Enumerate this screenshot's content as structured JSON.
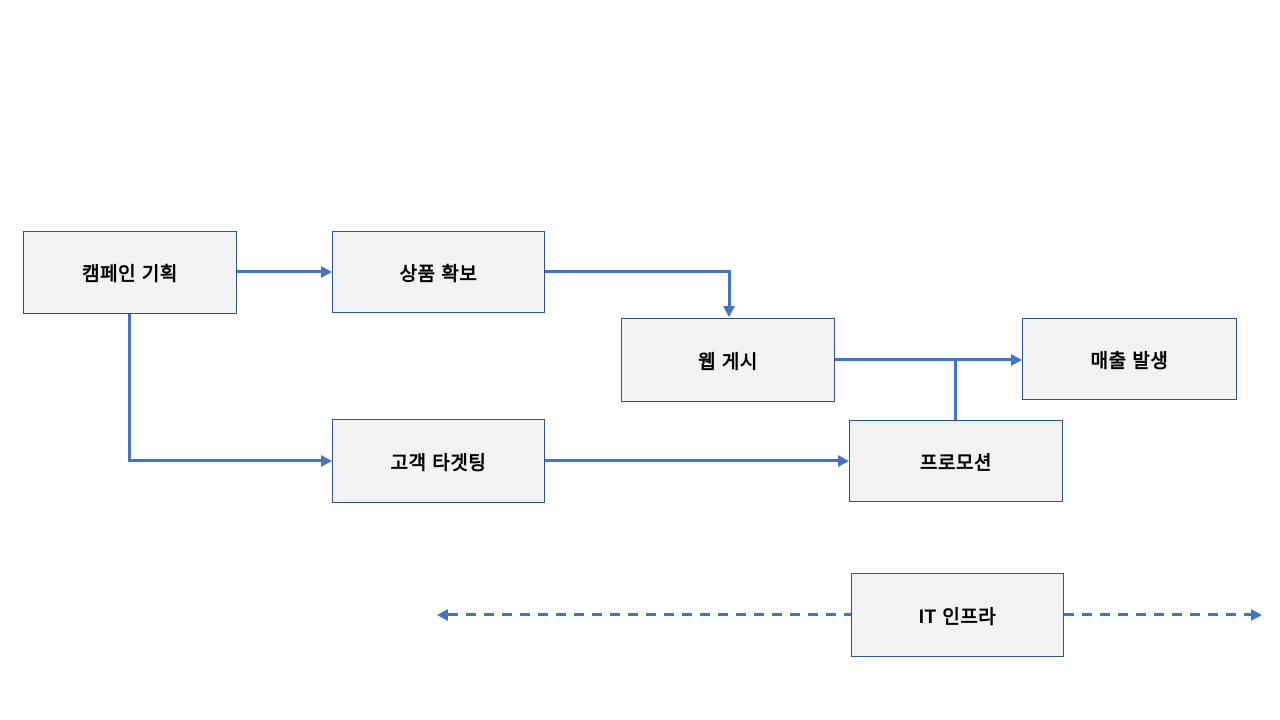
{
  "diagram": {
    "nodes": [
      {
        "id": "campaign-planning",
        "label": "캠페인 기획"
      },
      {
        "id": "product-sourcing",
        "label": "상품 확보"
      },
      {
        "id": "web-posting",
        "label": "웹 게시"
      },
      {
        "id": "sales-generation",
        "label": "매출 발생"
      },
      {
        "id": "customer-targeting",
        "label": "고객 타겟팅"
      },
      {
        "id": "promotion",
        "label": "프로모션"
      },
      {
        "id": "it-infrastructure",
        "label": "IT 인프라"
      }
    ],
    "edges": [
      {
        "from": "캠페인 기획",
        "to": "상품 확보",
        "style": "solid-arrow"
      },
      {
        "from": "상품 확보",
        "to": "웹 게시",
        "style": "solid-arrow"
      },
      {
        "from": "웹 게시",
        "to": "매출 발생",
        "style": "solid-arrow"
      },
      {
        "from": "프로모션",
        "to": "웹 게시-매출 발생 연결선",
        "style": "solid-line"
      },
      {
        "from": "캠페인 기획",
        "to": "고객 타겟팅",
        "style": "solid-arrow"
      },
      {
        "from": "고객 타겟팅",
        "to": "프로모션",
        "style": "solid-arrow"
      },
      {
        "from": "IT 인프라",
        "to": "좌우 양방향",
        "style": "dashed-double-arrow"
      }
    ]
  },
  "theme": {
    "node_fill": "#f2f2f2",
    "node_border": "#2e5496",
    "connector": "#4472c4",
    "text": "#000000",
    "background": "#ffffff"
  }
}
